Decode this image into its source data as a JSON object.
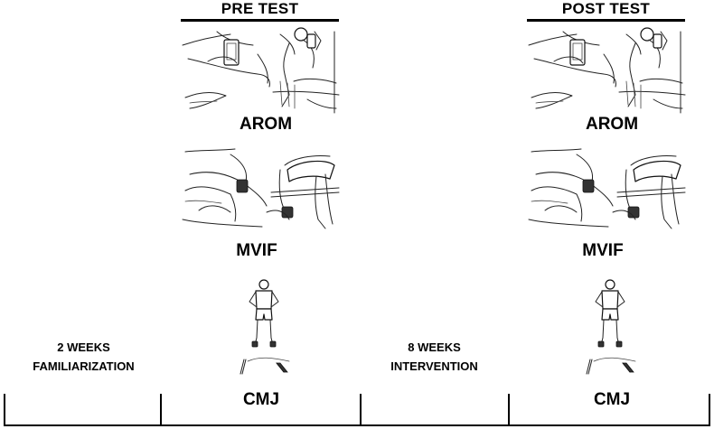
{
  "pre_test": {
    "title": "PRE TEST",
    "arom_label": "AROM",
    "mvif_label": "MVIF",
    "cmj_label": "CMJ"
  },
  "post_test": {
    "title": "POST TEST",
    "arom_label": "AROM",
    "mvif_label": "MVIF",
    "cmj_label": "CMJ"
  },
  "familiarization": {
    "line1": "2 WEEKS",
    "line2": "FAMILIARIZATION"
  },
  "intervention": {
    "line1": "8 WEEKS",
    "line2": "INTERVENTION"
  }
}
